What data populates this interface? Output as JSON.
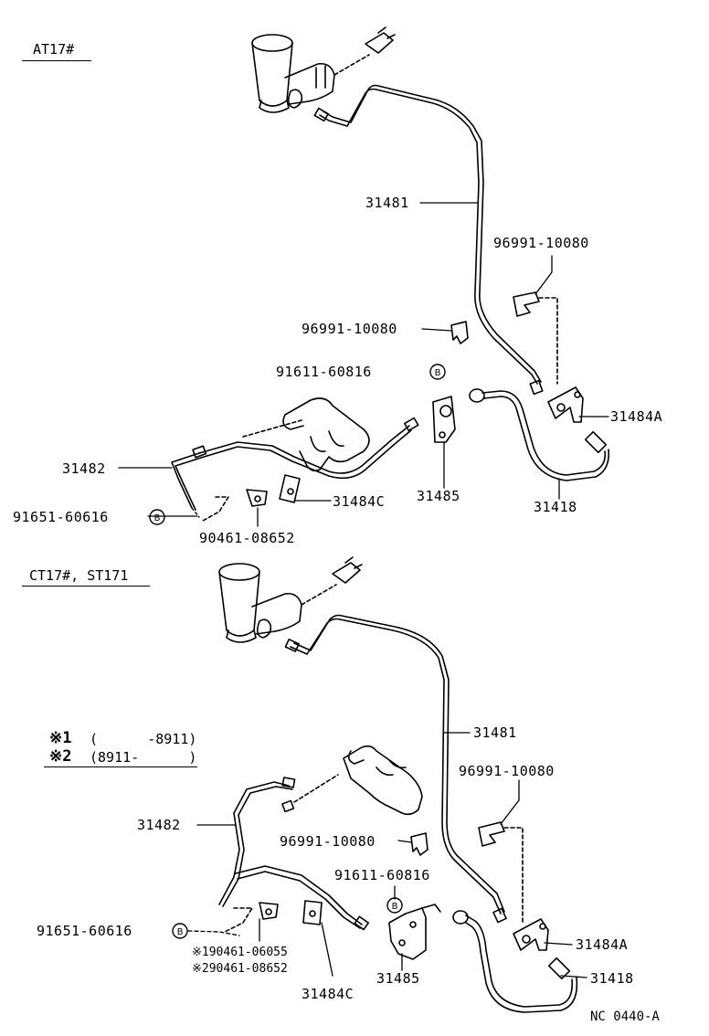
{
  "sections": {
    "top": "AT17#",
    "bottom": "CT17#, ST171"
  },
  "notes": {
    "line1_mark": "※1",
    "line1_range": "(      -8911)",
    "line2_mark": "※2",
    "line2_range": "(8911-      )"
  },
  "top_labels": {
    "p31481": "31481",
    "p96991_a": "96991-10080",
    "p96991_b": "96991-10080",
    "p91611": "91611-60816",
    "p31484A": "31484A",
    "p31482": "31482",
    "p31485": "31485",
    "p31418": "31418",
    "p91651": "91651-60616",
    "p31484C": "31484C",
    "p90461": "90461-08652"
  },
  "bottom_labels": {
    "p31481": "31481",
    "p96991_a": "96991-10080",
    "p96991_b": "96991-10080",
    "p31482": "31482",
    "p91611": "91611-60816",
    "p91651": "91651-60616",
    "p31484A": "31484A",
    "p90461_1": "※190461-06055",
    "p90461_2": "※290461-08652",
    "p31484C": "31484C",
    "p31485": "31485",
    "p31418": "31418"
  },
  "marker": "B",
  "figure_code": "NC 0440-A"
}
